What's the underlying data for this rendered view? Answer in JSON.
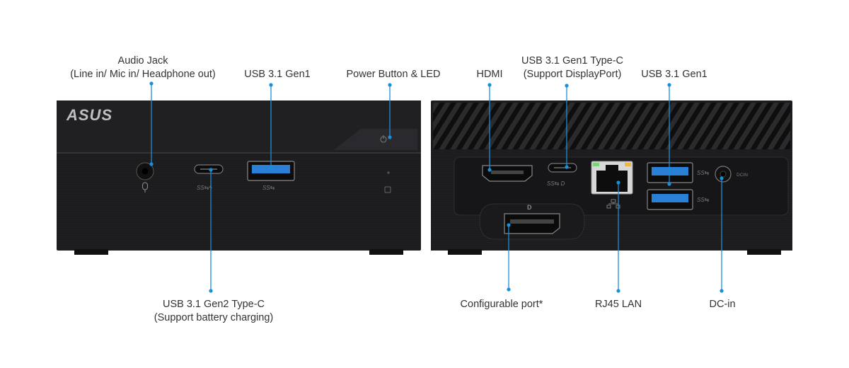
{
  "brand": {
    "logo_text": "ASUS"
  },
  "colors": {
    "accent": "#1a8fd8",
    "chassis": "#1b1b1d",
    "usb3_blue": "#2a7fd6",
    "label_text": "#333333"
  },
  "front": {
    "labels": {
      "audio_jack": {
        "line1": "Audio Jack",
        "line2": "(Line in/ Mic in/ Headphone out)"
      },
      "usb31_gen1": {
        "line1": "USB 3.1 Gen1"
      },
      "power_button": {
        "line1": "Power Button & LED"
      },
      "usb31_gen2_typec": {
        "line1": "USB 3.1 Gen2 Type-C",
        "line2": "(Support battery charging)"
      }
    }
  },
  "rear": {
    "labels": {
      "hdmi": {
        "line1": "HDMI"
      },
      "usb31_gen1_typec": {
        "line1": "USB 3.1 Gen1 Type-C",
        "line2": "(Support DisplayPort)"
      },
      "usb31_gen1": {
        "line1": "USB 3.1 Gen1"
      },
      "configurable_port": {
        "line1": "Configurable port*"
      },
      "rj45_lan": {
        "line1": "RJ45 LAN"
      },
      "dc_in": {
        "line1": "DC-in"
      }
    },
    "dc_in_marking": "DCIN"
  },
  "icons": [
    "microphone-icon",
    "ss-usb-icon",
    "ss-usb-power-icon",
    "displayport-icon",
    "network-icon",
    "drive-activity-icon",
    "power-icon"
  ]
}
